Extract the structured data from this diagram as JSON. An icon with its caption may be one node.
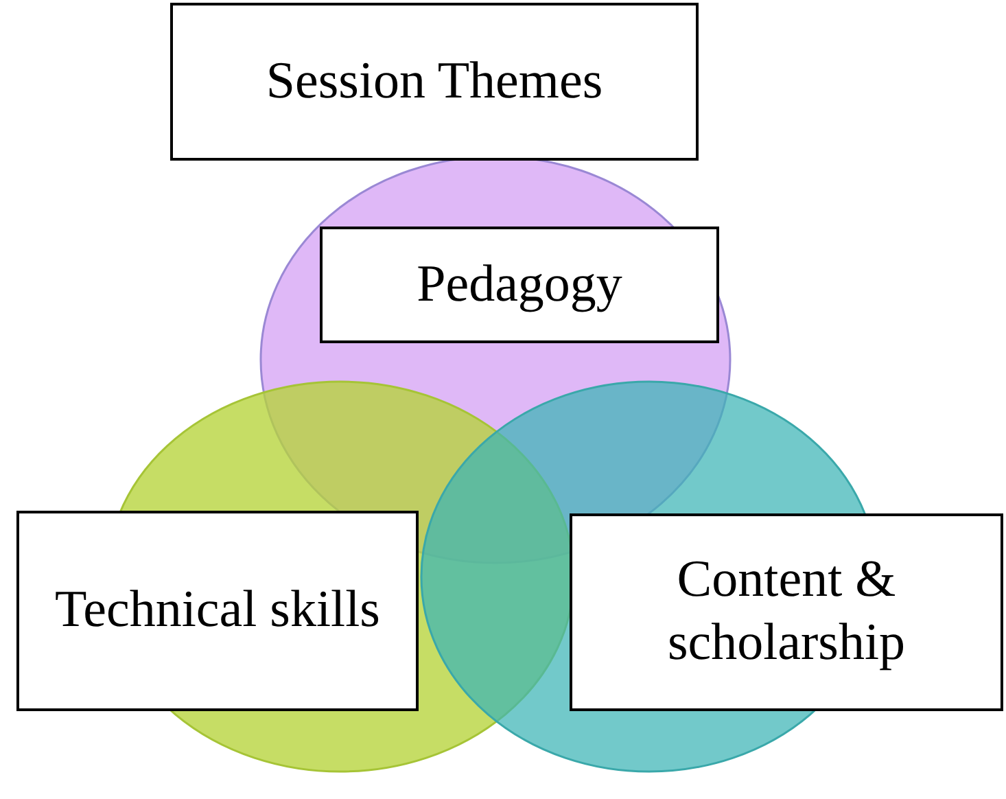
{
  "diagram": {
    "nodes": [
      {
        "text": [
          "Session Themes"
        ]
      },
      {
        "text": [
          "Pedagogy"
        ]
      },
      {
        "text": [
          "Technical skills"
        ]
      },
      {
        "text": [
          "Content & scholarship"
        ]
      }
    ]
  }
}
